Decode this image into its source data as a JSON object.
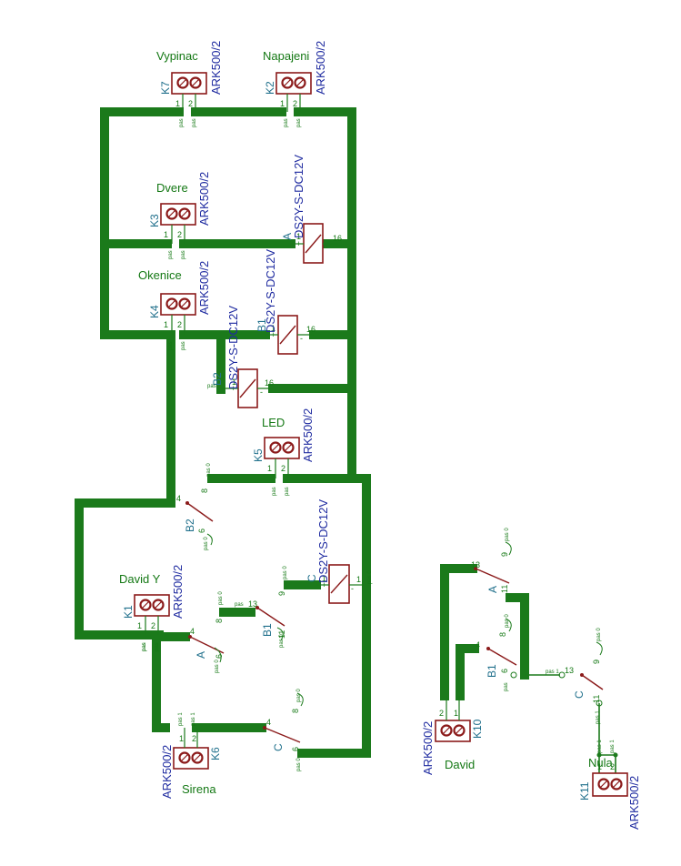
{
  "connectors": [
    {
      "ref": "K7",
      "value": "ARK500/2",
      "name": "Vypinac"
    },
    {
      "ref": "K2",
      "value": "ARK500/2",
      "name": "Napajeni"
    },
    {
      "ref": "K3",
      "value": "ARK500/2",
      "name": "Dvere"
    },
    {
      "ref": "K4",
      "value": "ARK500/2",
      "name": "Okenice"
    },
    {
      "ref": "K5",
      "value": "ARK500/2",
      "name": "LED"
    },
    {
      "ref": "K1",
      "value": "ARK500/2",
      "name": "David Y"
    },
    {
      "ref": "K6",
      "value": "ARK500/2",
      "name": "Sirena"
    },
    {
      "ref": "K10",
      "value": "ARK500/2",
      "name": "David"
    },
    {
      "ref": "K11",
      "value": "ARK500/2",
      "name": "Nula"
    }
  ],
  "relays": [
    {
      "value": "DS2Y-S-DC12V",
      "part": "A",
      "pin_left": "1",
      "pin_right": "16"
    },
    {
      "value": "DS2Y-S-DC12V",
      "part": "B1",
      "pin_left": "1",
      "pin_right": "16"
    },
    {
      "value": "DS2Y-S-DC12V",
      "part": "B2",
      "pin_left": "1",
      "pin_right": "16"
    },
    {
      "value": "DS2Y-S-DC12V",
      "part": "C",
      "pin_left": "1",
      "pin_right": "1"
    }
  ],
  "contacts": [
    {
      "part": "B2",
      "pin_common": "4",
      "pin_nc": "8",
      "pin_no": "6"
    },
    {
      "part": "B1",
      "pin_common": "13",
      "pin_nc": "9",
      "pin_no": "11"
    },
    {
      "part": "A",
      "pin_common": "4",
      "pin_nc": "8",
      "pin_no": "6"
    },
    {
      "part": "C",
      "pin_common": "4",
      "pin_nc": "8",
      "pin_no": "6"
    },
    {
      "part": "A",
      "pin_common": "13",
      "pin_nc": "9",
      "pin_no": "11"
    },
    {
      "part": "B1",
      "pin_common": "4",
      "pin_nc": "8",
      "pin_no": "6"
    },
    {
      "part": "C",
      "pin_common": "13",
      "pin_nc": "9",
      "pin_no": "11"
    }
  ],
  "pin_numbers": {
    "one": "1",
    "two": "2"
  },
  "pin_type": "pas",
  "pad_labels": {
    "zero": "pas 0",
    "one": "pas 1"
  },
  "colors": {
    "wire": "#1b7a1b",
    "part": "#8b1a1a",
    "name": "#147814",
    "value": "#1f2ba0",
    "ref": "#1f6f8b"
  }
}
